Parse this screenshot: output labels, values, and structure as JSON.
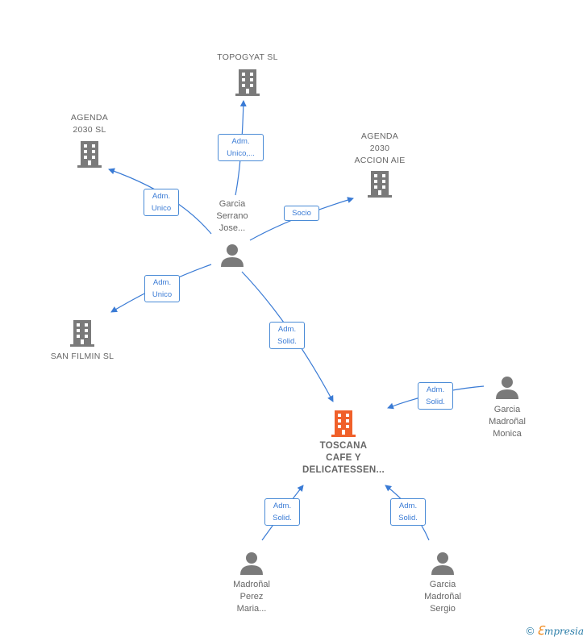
{
  "nodes": {
    "topogyat": "TOPOGYAT SL",
    "agenda_sl": "AGENDA\n2030  SL",
    "agenda_aie": "AGENDA\n2030\nACCION AIE",
    "san_filmin": "SAN FILMIN  SL",
    "garcia_jose": "Garcia\nSerrano\nJose...",
    "toscana": "TOSCANA\nCAFE Y\nDELICATESSEN...",
    "garcia_monica": "Garcia\nMadroñal\nMonica",
    "madronal_maria": "Madroñal\nPerez\nMaria...",
    "garcia_sergio": "Garcia\nMadroñal\nSergio"
  },
  "edges": {
    "to_topogyat": "Adm.\nUnico,...",
    "to_agenda_sl": "Adm.\nUnico",
    "to_agenda_aie": "Socio",
    "to_san_filmin": "Adm.\nUnico",
    "jose_to_toscana": "Adm.\nSolid.",
    "monica_to_toscana": "Adm.\nSolid.",
    "maria_to_toscana": "Adm.\nSolid.",
    "sergio_to_toscana": "Adm.\nSolid."
  },
  "colors": {
    "accent": "#3a7bd5",
    "main_node": "#f0602a",
    "node": "#7a7a7a"
  },
  "footer": {
    "copyright": "©",
    "brand_e": "ℇ",
    "brand_rest": "mpresia"
  }
}
